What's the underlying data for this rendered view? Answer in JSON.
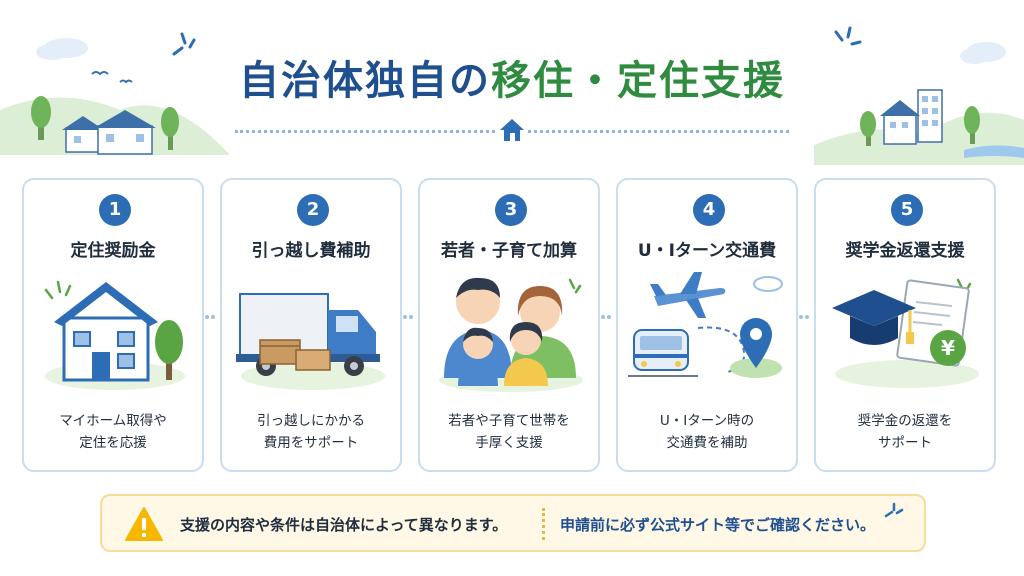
{
  "title": {
    "part1": "自治体独自の",
    "part2": "移住・定住支援"
  },
  "cards": [
    {
      "num": "1",
      "title": "定住奨励金",
      "desc": [
        "マイホーム取得や",
        "定住を応援"
      ],
      "icon": "house-icon"
    },
    {
      "num": "2",
      "title": "引っ越し費補助",
      "desc": [
        "引っ越しにかかる",
        "費用をサポート"
      ],
      "icon": "moving-truck-icon"
    },
    {
      "num": "3",
      "title": "若者・子育て加算",
      "desc": [
        "若者や子育て世帯を",
        "手厚く支援"
      ],
      "icon": "family-icon"
    },
    {
      "num": "4",
      "title": "U・Iターン交通費",
      "desc": [
        "U・Iターン時の",
        "交通費を補助"
      ],
      "icon": "transport-icon"
    },
    {
      "num": "5",
      "title": "奨学金返還支援",
      "desc": [
        "奨学金の返還を",
        "サポート"
      ],
      "icon": "scholarship-icon"
    }
  ],
  "notice": {
    "main": "支援の内容や条件は自治体によって異なります。",
    "sub": "申請前に必ず公式サイト等でご確認ください。",
    "icon": "warning-icon"
  },
  "colors": {
    "accent_blue": "#2d6db5",
    "title_blue": "#1f4f8f",
    "title_green": "#2e8b3f",
    "notice_bg": "#fff8e6",
    "warning": "#f5b800"
  }
}
